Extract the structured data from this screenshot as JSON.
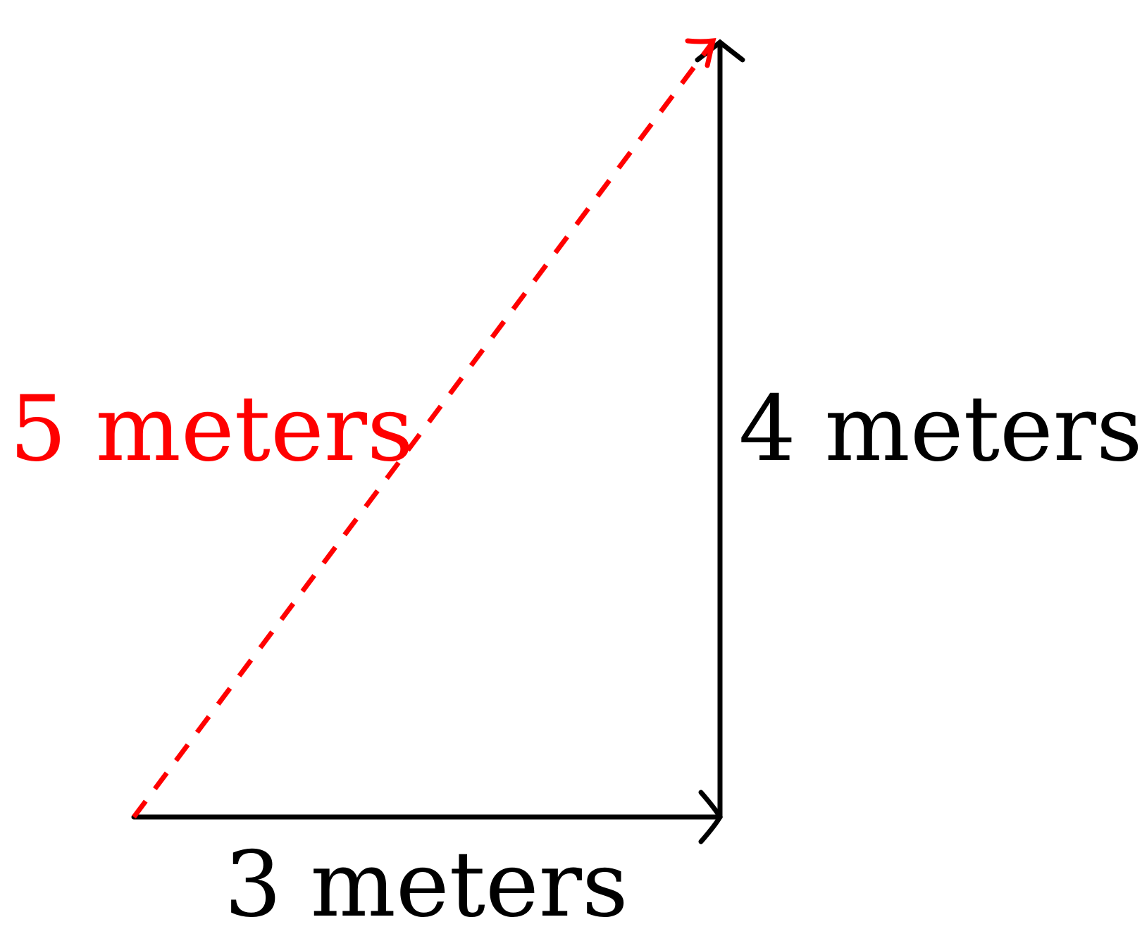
{
  "labels": {
    "horizontal": "3 meters",
    "vertical": "4 meters",
    "hypotenuse": "5 meters"
  },
  "colors": {
    "sides": "#000000",
    "hypotenuse": "#ff0000",
    "background": "#ffffff"
  }
}
